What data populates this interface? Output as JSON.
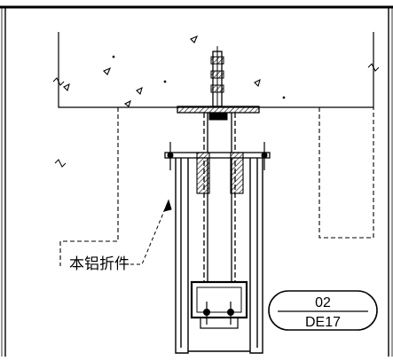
{
  "drawing": {
    "callout_label": "本铝折件",
    "detail_tag": {
      "number": "02",
      "sheet": "DE17"
    }
  },
  "colors": {
    "ink": "#000000",
    "paper": "#ffffff",
    "hatch": "#444444"
  }
}
